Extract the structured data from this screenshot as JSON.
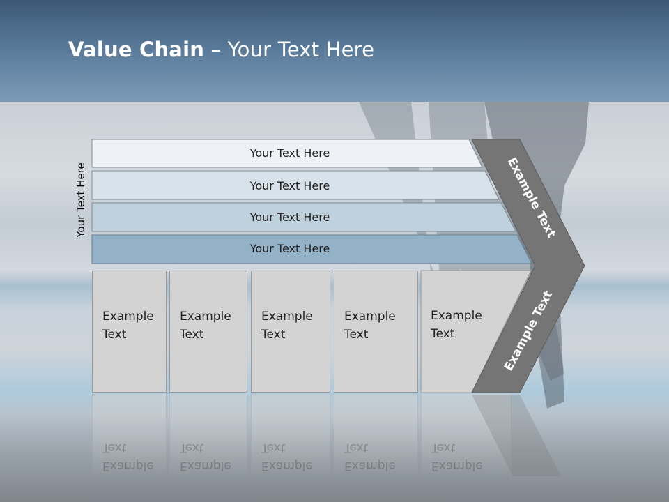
{
  "slide": {
    "title_bold": "Value Chain",
    "title_rest": " – Your Text Here",
    "side_label": "Your Text Here"
  },
  "bands": [
    {
      "label": "Your Text Here",
      "color": "#eef2f6"
    },
    {
      "label": "Your Text Here",
      "color": "#d8e2ea"
    },
    {
      "label": "Your Text Here",
      "color": "#c0d1de"
    },
    {
      "label": "Your Text Here",
      "color": "#93b1c7"
    }
  ],
  "columns": [
    {
      "line1": "Example",
      "line2": "Text"
    },
    {
      "line1": "Example",
      "line2": "Text"
    },
    {
      "line1": "Example",
      "line2": "Text"
    },
    {
      "line1": "Example",
      "line2": "Text"
    },
    {
      "line1": "Example",
      "line2": "Text"
    }
  ],
  "arrow": {
    "upper_label": "Example Text",
    "lower_label": "Example Text",
    "color": "#757575"
  }
}
